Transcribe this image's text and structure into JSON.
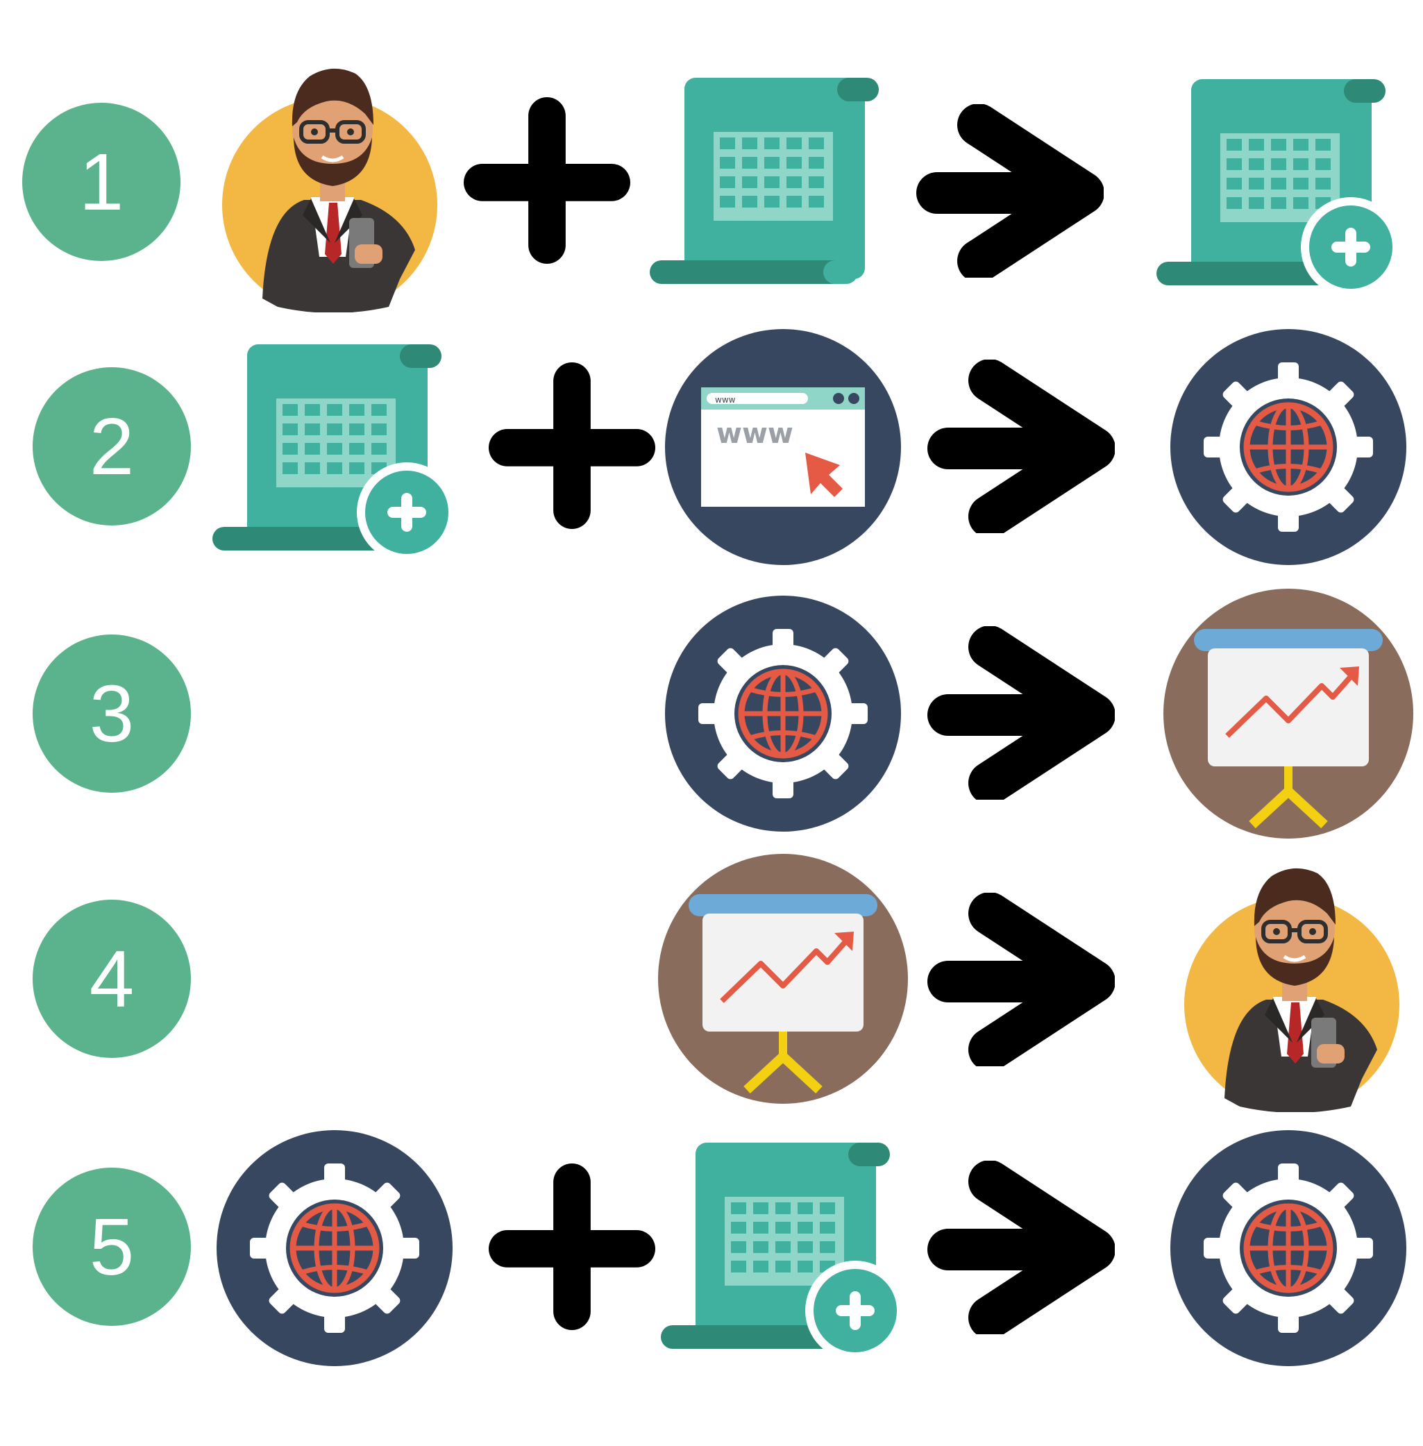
{
  "colors": {
    "step_circle": "#5bb38d",
    "step_text": "#ffffff",
    "doc_teal": "#40b09f",
    "doc_dark": "#2e8a76",
    "doc_grid": "#8fd6c8",
    "navy": "#37475f",
    "brown": "#8a6c5d",
    "orange_bg": "#f3b744",
    "accent_red": "#e55a44",
    "easel_yellow": "#f3d012",
    "easel_blue": "#6eaad8",
    "symbol": "#000000"
  },
  "steps": [
    {
      "number": "1",
      "inputs": [
        "businessman-icon",
        "spreadsheet-icon"
      ],
      "output": "spreadsheet-add-icon"
    },
    {
      "number": "2",
      "inputs": [
        "spreadsheet-add-icon",
        "website-icon"
      ],
      "output": "globe-gear-icon"
    },
    {
      "number": "3",
      "inputs": [
        "globe-gear-icon"
      ],
      "output": "presentation-chart-icon"
    },
    {
      "number": "4",
      "inputs": [
        "presentation-chart-icon"
      ],
      "output": "businessman-icon"
    },
    {
      "number": "5",
      "inputs": [
        "globe-gear-icon",
        "spreadsheet-add-icon"
      ],
      "output": "globe-gear-icon"
    }
  ],
  "browser_label": "www",
  "browser_url_text": "www"
}
